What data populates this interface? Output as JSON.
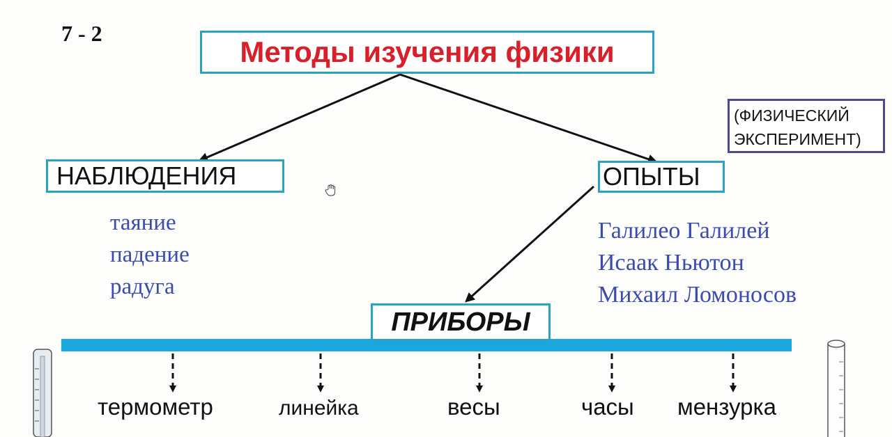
{
  "page_number": "7 - 2",
  "title": "Методы изучения физики",
  "observations": {
    "label": "НАБЛЮДЕНИЯ",
    "examples": [
      "таяние",
      "падение",
      "радуга"
    ]
  },
  "experiments": {
    "label": "ОПЫТЫ",
    "note": [
      "(ФИЗИЧЕСКИЙ",
      "ЭКСПЕРИМЕНТ)"
    ],
    "scientists": [
      "Галилео Галилей",
      "Исаак Ньютон",
      "Михаил Ломоносов"
    ]
  },
  "devices": {
    "label": "ПРИБОРЫ",
    "items": [
      "термометр",
      "линейка",
      "весы",
      "часы",
      "мензурка"
    ]
  },
  "colors": {
    "title": "#d8202a",
    "box_border": "#2aa3c2",
    "bar": "#1aa7df",
    "list_text": "#3a4bb0"
  }
}
